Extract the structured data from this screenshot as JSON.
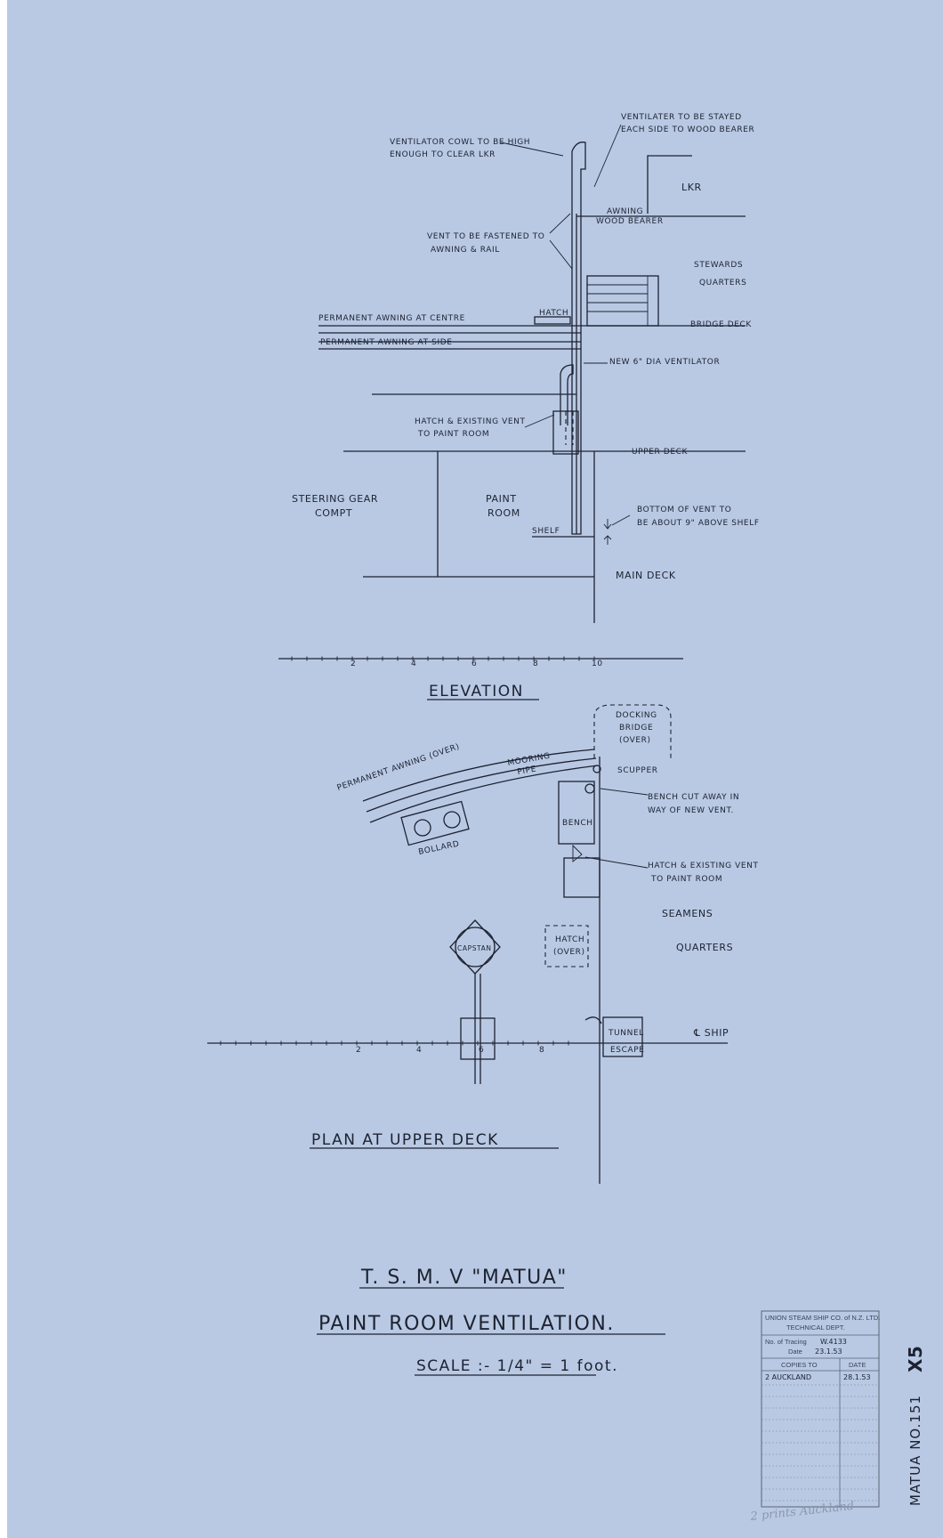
{
  "elevation": {
    "labels": {
      "cowl": [
        "VENTILATOR COWL TO BE HIGH",
        "ENOUGH TO CLEAR LKR"
      ],
      "stayed": [
        "VENTILATER TO BE STAYED",
        "EACH SIDE TO WOOD BEARER"
      ],
      "lkr": "LKR",
      "awning_bearer": [
        "AWNING",
        "WOOD BEARER"
      ],
      "fastened": [
        "VENT TO BE FASTENED TO",
        "AWNING & RAIL"
      ],
      "stewards": [
        "STEWARDS",
        "QUARTERS"
      ],
      "hatch": "HATCH",
      "perm_centre": "PERMANENT AWNING AT CENTRE",
      "bridge_deck": "BRIDGE DECK",
      "perm_side": "PERMANENT AWNING AT SIDE",
      "new_vent": "NEW 6\" DIA VENTILATOR",
      "hatch_existing": [
        "HATCH & EXISTING VENT",
        "TO PAINT ROOM"
      ],
      "upper_deck": "UPPER DECK",
      "steering": [
        "STEERING GEAR",
        "COMPT"
      ],
      "paint_room": [
        "PAINT",
        "ROOM"
      ],
      "bottom_vent": [
        "BOTTOM OF VENT TO",
        "BE ABOUT 9\" ABOVE SHELF"
      ],
      "shelf": "SHELF",
      "main_deck": "MAIN DECK"
    },
    "scale_ticks": [
      "2",
      "4",
      "6",
      "8",
      "10"
    ],
    "title": "ELEVATION"
  },
  "plan": {
    "labels": {
      "docking": [
        "DOCKING",
        "BRIDGE",
        "(OVER)"
      ],
      "perm_awning": "PERMANENT AWNING (OVER)",
      "mooring": [
        "MOORING",
        "PIPE"
      ],
      "scupper": "SCUPPER",
      "bench_cut": [
        "BENCH CUT AWAY IN",
        "WAY OF NEW VENT."
      ],
      "bench": "BENCH",
      "bollard": "BOLLARD",
      "hatch_existing": [
        "HATCH & EXISTING VENT",
        "TO PAINT ROOM"
      ],
      "seamens": [
        "SEAMENS",
        "QUARTERS"
      ],
      "capstan": "CAPSTAN",
      "hatch_over": [
        "HATCH",
        "(OVER)"
      ],
      "tunnel": [
        "TUNNEL",
        "ESCAPE"
      ],
      "cl_ship": "℄ SHIP"
    },
    "scale_ticks": [
      "2",
      "4",
      "6",
      "8"
    ],
    "title": "PLAN AT UPPER DECK"
  },
  "titles": {
    "vessel": "T. S. M. V \"MATUA\"",
    "subject": "PAINT ROOM VENTILATION.",
    "scale": "SCALE :- 1/4\" = 1 foot."
  },
  "stamp": {
    "company": "UNION STEAM SHIP CO. of N.Z. LTD.",
    "dept": "TECHNICAL DEPT.",
    "tracing_label": "No. of Tracing",
    "tracing_no": "W.4133",
    "date_label": "Date",
    "date": "23.1.53",
    "copies_label": "COPIES TO",
    "date_col": "DATE",
    "row1_to": "2 AUCKLAND",
    "row1_date": "28.1.53"
  },
  "margin": {
    "archive": "MATUA NO.151",
    "sheet_code": "X5",
    "signature": "2 prints Auckland"
  }
}
